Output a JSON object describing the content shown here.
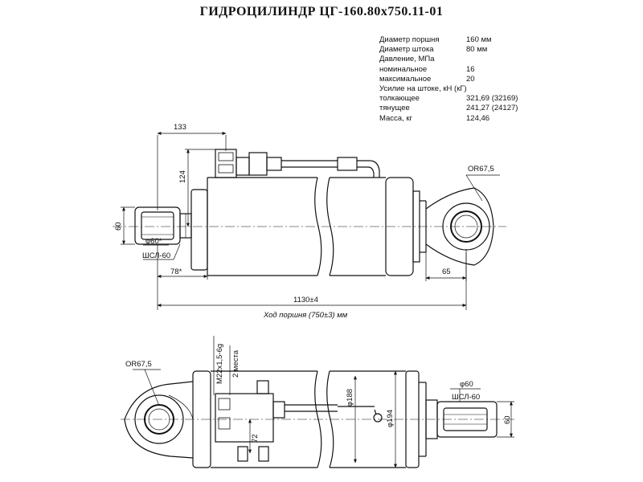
{
  "title": "ГИДРОЦИЛИНДР ЦГ-160.80х750.11-01",
  "specs": [
    {
      "label": "Диаметр поршня",
      "value": "160 мм"
    },
    {
      "label": "Диаметр штока",
      "value": "80 мм"
    },
    {
      "label": "Давление, МПа",
      "value": ""
    },
    {
      "label": "номинальное",
      "value": "16"
    },
    {
      "label": "максимальное",
      "value": "20"
    },
    {
      "label": "Усилие на штоке, кН (кГ)",
      "value": ""
    },
    {
      "label": "толкающее",
      "value": "321,69 (32169)"
    },
    {
      "label": "тянущее",
      "value": "241,27 (24127)"
    },
    {
      "label": "Масса, кг",
      "value": "124,46"
    }
  ],
  "dimensions": {
    "d133": "133",
    "d124": "124",
    "d60_left": "60",
    "phi60_star": "φ60*",
    "shl60_top": "ШСЛ-60",
    "d78": "78*",
    "d1130": "1130±4",
    "stroke": "Ход поршня (750±3) мм",
    "d65": "65",
    "r675_top": "OR67,5",
    "r675_bottom": "OR67,5",
    "thread": "M22х1,5-6g",
    "two_places": "2 места",
    "d72": "72",
    "phi188": "φ188",
    "phi194": "φ194",
    "phi60_bottom": "φ60",
    "shl60_bottom": "ШСЛ-60",
    "d60_right": "60"
  }
}
